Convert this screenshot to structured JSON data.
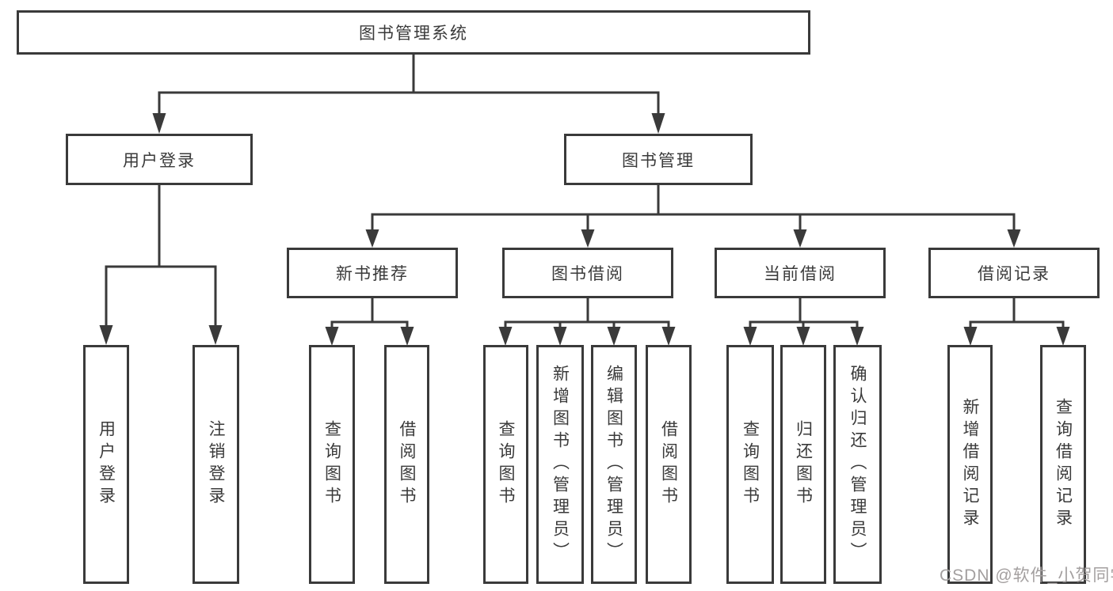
{
  "diagram": {
    "root": {
      "label": "图书管理系统"
    },
    "level2": {
      "user_login": {
        "label": "用户登录"
      },
      "book_mgmt": {
        "label": "图书管理"
      }
    },
    "level3": {
      "new_book_rec": {
        "label": "新书推荐"
      },
      "book_borrow": {
        "label": "图书借阅"
      },
      "current_borrow": {
        "label": "当前借阅"
      },
      "borrow_records": {
        "label": "借阅记录"
      }
    },
    "leaves": [
      {
        "label": "用户登录"
      },
      {
        "label": "注销登录"
      },
      {
        "label": "查询图书"
      },
      {
        "label": "借阅图书"
      },
      {
        "label": "查询图书"
      },
      {
        "label": "新增图书（管理员）"
      },
      {
        "label": "编辑图书（管理员）"
      },
      {
        "label": "借阅图书"
      },
      {
        "label": "查询图书"
      },
      {
        "label": "归还图书"
      },
      {
        "label": "确认归还（管理员）"
      },
      {
        "label": "新增借阅记录"
      },
      {
        "label": "查询借阅记录"
      }
    ]
  },
  "watermark": {
    "text": "CSDN @软件_小贺同学"
  },
  "colors": {
    "line": "#3a3a3a",
    "text": "#3a3a3a",
    "box_border": "#3a3a3a",
    "background": "#ffffff",
    "watermark": "#a39f9f"
  }
}
